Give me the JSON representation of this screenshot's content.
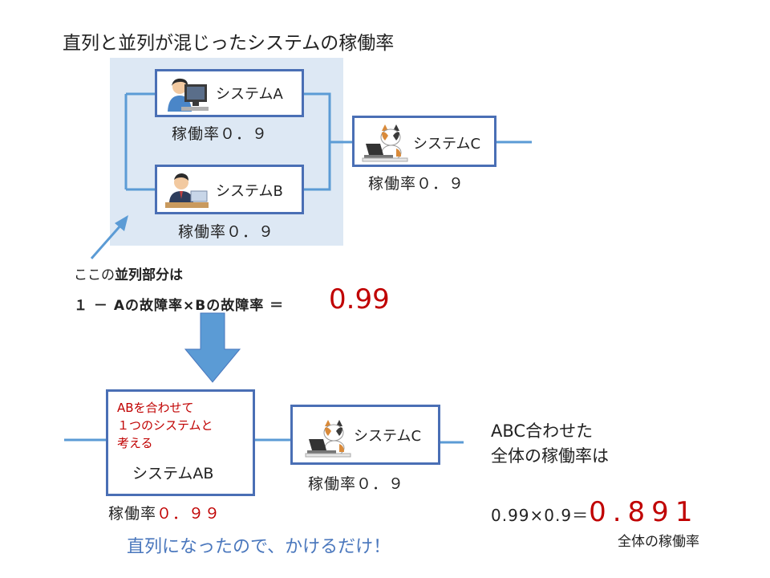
{
  "title": "直列と並列が混じったシステムの稼働率",
  "top": {
    "system_a": {
      "label": "システムA",
      "rate": "稼働率０．９"
    },
    "system_b": {
      "label": "システムB",
      "rate": "稼働率０．９"
    },
    "system_c": {
      "label": "システムC",
      "rate": "稼働率０．９"
    }
  },
  "explain": {
    "line1_prefix": "ここの",
    "line1_bold": "並列部分は",
    "formula": "１ － Aの故障率×Bの故障率 ＝",
    "result": "0.99"
  },
  "bottom": {
    "ab_note": [
      "ABを合わせて",
      "１つのシステムと",
      "考える"
    ],
    "system_ab": {
      "label": "システムAB",
      "rate_prefix": "稼働率",
      "rate_value": "０．９９"
    },
    "system_c": {
      "label": "システムC",
      "rate": "稼働率０．９"
    }
  },
  "total": {
    "line1": "ABC合わせた",
    "line2": "全体の稼働率は",
    "calc": "0.99×0.9＝",
    "result": "0.891",
    "caption": "全体の稼働率"
  },
  "bottom_message": "直列になったので、かけるだけ！",
  "colors": {
    "line_blue": "#5b9bd5",
    "box_border": "#4a6fb5",
    "panel_bg": "#dde8f4",
    "accent_red": "#c00000",
    "message_blue": "#4a77bd"
  }
}
